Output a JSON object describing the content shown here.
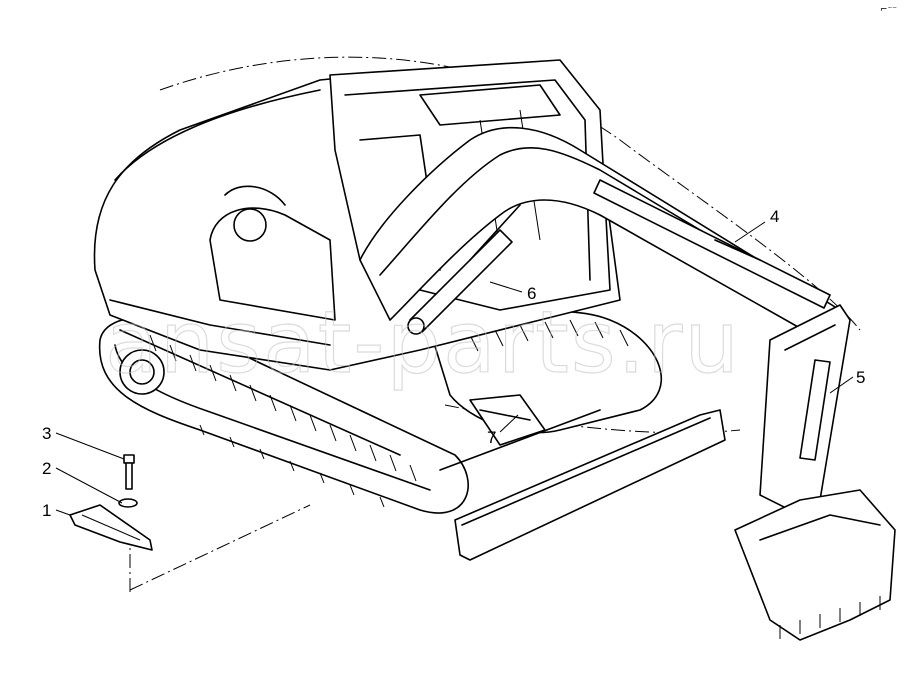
{
  "diagram": {
    "callouts": [
      {
        "id": "1",
        "label": "1"
      },
      {
        "id": "2",
        "label": "2"
      },
      {
        "id": "3",
        "label": "3"
      },
      {
        "id": "4",
        "label": "4"
      },
      {
        "id": "5",
        "label": "5"
      },
      {
        "id": "6",
        "label": "6"
      },
      {
        "id": "7",
        "label": "7"
      }
    ],
    "watermark": "ansat-parts.ru",
    "corner_mark": "⌐⁻⁻"
  }
}
